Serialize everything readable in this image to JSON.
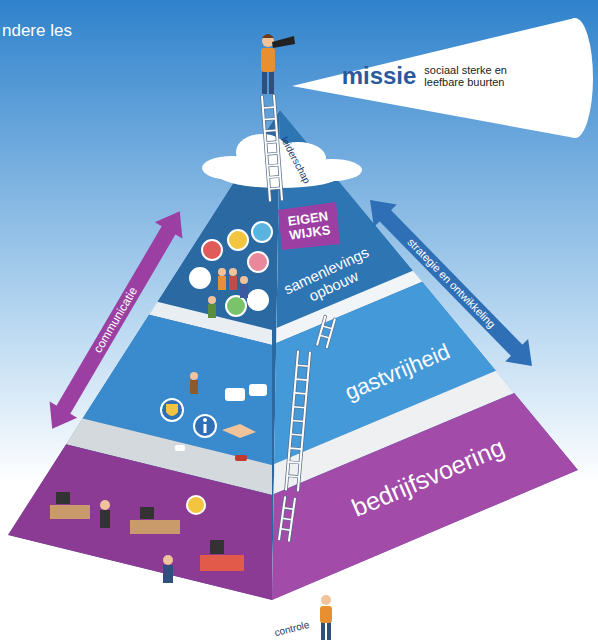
{
  "diagram": {
    "nodes": [
      {
        "text": [
          "missie",
          "sociaal sterke en leefbare buurten"
        ]
      },
      {
        "text": [
          "samenlevings opbouw"
        ]
      },
      {
        "text": [
          "gastvrijheid"
        ]
      },
      {
        "text": [
          "bedrijfsvoering"
        ]
      }
    ],
    "labels": [
      "ndere les",
      "leiderschap",
      "EIGEN WIJKS",
      "communicatie",
      "strategie en ontwikkeling",
      "controle"
    ]
  }
}
